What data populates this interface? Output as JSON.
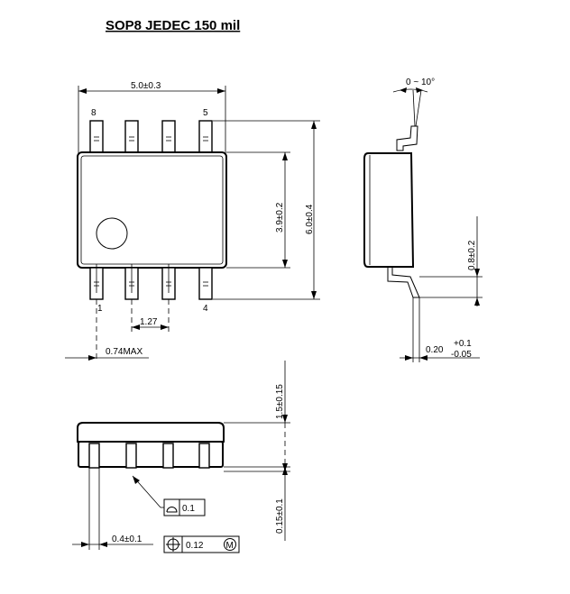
{
  "title": "SOP8 JEDEC 150 mil",
  "top_view": {
    "width_dim": "5.0±0.3",
    "pin_labels": {
      "pin8": "8",
      "pin5": "5",
      "pin1": "1",
      "pin4": "4"
    },
    "body_width_dim": "3.9±0.2",
    "overall_width_dim": "6.0±0.4",
    "pitch_dim": "1.27",
    "max_dim": "0.74MAX"
  },
  "side_view": {
    "angle_dim": "0 ~ 10°",
    "lead_length_dim": "0.8±0.2",
    "thickness_base": "0.20",
    "thickness_plus": "+0.1",
    "thickness_minus": "-0.05"
  },
  "front_view": {
    "height_dim": "1.5±0.15",
    "standoff_dim": "0.15±0.1",
    "lead_width_dim": "0.4±0.1",
    "coplanarity_value": "0.1",
    "position_value": "0.12",
    "modifier": "M"
  }
}
